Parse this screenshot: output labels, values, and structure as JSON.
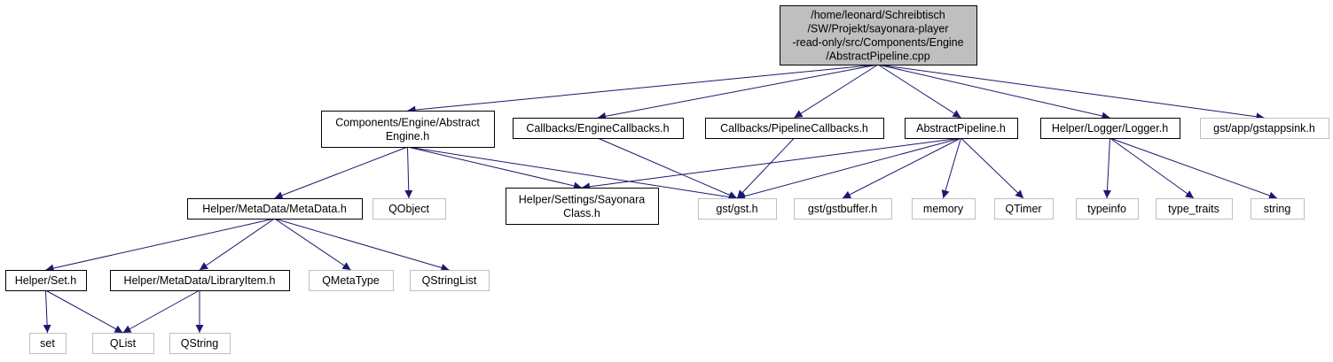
{
  "colors": {
    "edge": "#191970",
    "root_fill": "#bfbfbf",
    "root_stroke": "#000000",
    "doc_stroke": "#000000",
    "ext_stroke": "#bfbfbf",
    "node_fill": "#ffffff"
  },
  "nodes": [
    {
      "id": "root",
      "kind": "root",
      "lines": [
        "/home/leonard/Schreibtisch",
        "/SW/Projekt/sayonara-player",
        "-read-only/src/Components/Engine",
        "/AbstractPipeline.cpp"
      ]
    },
    {
      "id": "abstract_engine",
      "kind": "doc",
      "lines": [
        "Components/Engine/Abstract",
        "Engine.h"
      ]
    },
    {
      "id": "engine_callbacks",
      "kind": "doc",
      "lines": [
        "Callbacks/EngineCallbacks.h"
      ]
    },
    {
      "id": "pipeline_callbacks",
      "kind": "doc",
      "lines": [
        "Callbacks/PipelineCallbacks.h"
      ]
    },
    {
      "id": "abstract_pipeline_h",
      "kind": "doc",
      "lines": [
        "AbstractPipeline.h"
      ]
    },
    {
      "id": "logger",
      "kind": "doc",
      "lines": [
        "Helper/Logger/Logger.h"
      ]
    },
    {
      "id": "gstappsink",
      "kind": "ext",
      "lines": [
        "gst/app/gstappsink.h"
      ]
    },
    {
      "id": "metadata",
      "kind": "doc",
      "lines": [
        "Helper/MetaData/MetaData.h"
      ]
    },
    {
      "id": "qobject",
      "kind": "ext",
      "lines": [
        "QObject"
      ]
    },
    {
      "id": "sayonara_class",
      "kind": "doc",
      "lines": [
        "Helper/Settings/Sayonara",
        "Class.h"
      ]
    },
    {
      "id": "gst",
      "kind": "ext",
      "lines": [
        "gst/gst.h"
      ]
    },
    {
      "id": "gstbuffer",
      "kind": "ext",
      "lines": [
        "gst/gstbuffer.h"
      ]
    },
    {
      "id": "memory",
      "kind": "ext",
      "lines": [
        "memory"
      ]
    },
    {
      "id": "qtimer",
      "kind": "ext",
      "lines": [
        "QTimer"
      ]
    },
    {
      "id": "typeinfo",
      "kind": "ext",
      "lines": [
        "typeinfo"
      ]
    },
    {
      "id": "type_traits",
      "kind": "ext",
      "lines": [
        "type_traits"
      ]
    },
    {
      "id": "string",
      "kind": "ext",
      "lines": [
        "string"
      ]
    },
    {
      "id": "set_h",
      "kind": "doc",
      "lines": [
        "Helper/Set.h"
      ]
    },
    {
      "id": "library_item",
      "kind": "doc",
      "lines": [
        "Helper/MetaData/LibraryItem.h"
      ]
    },
    {
      "id": "qmetatype",
      "kind": "ext",
      "lines": [
        "QMetaType"
      ]
    },
    {
      "id": "qstringlist",
      "kind": "ext",
      "lines": [
        "QStringList"
      ]
    },
    {
      "id": "set",
      "kind": "ext",
      "lines": [
        "set"
      ]
    },
    {
      "id": "qlist",
      "kind": "ext",
      "lines": [
        "QList"
      ]
    },
    {
      "id": "qstring",
      "kind": "ext",
      "lines": [
        "QString"
      ]
    }
  ],
  "edges": [
    [
      "root",
      "abstract_engine"
    ],
    [
      "root",
      "engine_callbacks"
    ],
    [
      "root",
      "pipeline_callbacks"
    ],
    [
      "root",
      "abstract_pipeline_h"
    ],
    [
      "root",
      "logger"
    ],
    [
      "root",
      "gstappsink"
    ],
    [
      "abstract_engine",
      "metadata"
    ],
    [
      "abstract_engine",
      "qobject"
    ],
    [
      "abstract_engine",
      "sayonara_class"
    ],
    [
      "abstract_engine",
      "gst"
    ],
    [
      "engine_callbacks",
      "gst"
    ],
    [
      "pipeline_callbacks",
      "gst"
    ],
    [
      "abstract_pipeline_h",
      "sayonara_class"
    ],
    [
      "abstract_pipeline_h",
      "gst"
    ],
    [
      "abstract_pipeline_h",
      "gstbuffer"
    ],
    [
      "abstract_pipeline_h",
      "memory"
    ],
    [
      "abstract_pipeline_h",
      "qtimer"
    ],
    [
      "logger",
      "typeinfo"
    ],
    [
      "logger",
      "type_traits"
    ],
    [
      "logger",
      "string"
    ],
    [
      "metadata",
      "set_h"
    ],
    [
      "metadata",
      "library_item"
    ],
    [
      "metadata",
      "qmetatype"
    ],
    [
      "metadata",
      "qstringlist"
    ],
    [
      "set_h",
      "set"
    ],
    [
      "set_h",
      "qlist"
    ],
    [
      "library_item",
      "qlist"
    ],
    [
      "library_item",
      "qstring"
    ]
  ]
}
